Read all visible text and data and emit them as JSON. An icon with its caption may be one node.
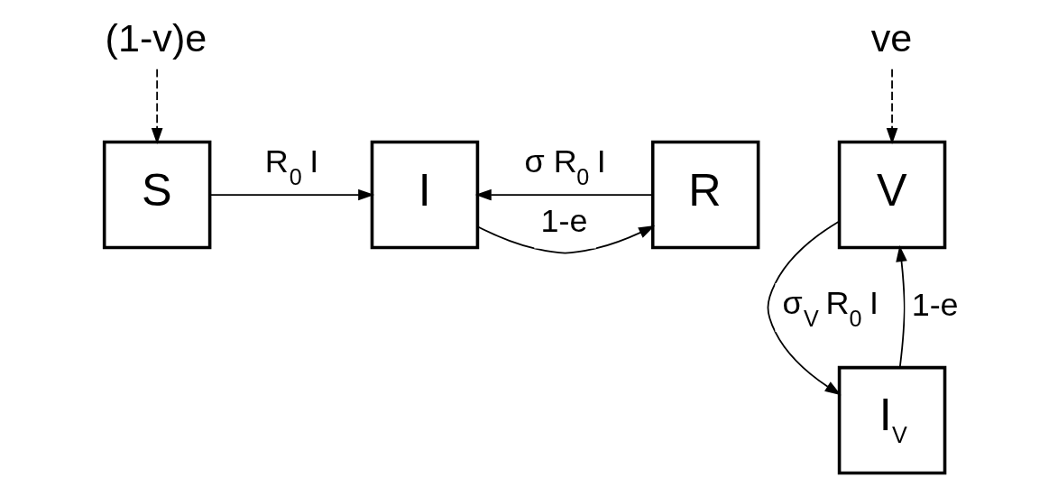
{
  "diagram": {
    "nodes": [
      {
        "text": [
          "(1-v)e"
        ]
      },
      {
        "text": [
          "S"
        ]
      },
      {
        "text": [
          "I"
        ]
      },
      {
        "text": [
          "R"
        ]
      },
      {
        "text": [
          "ve"
        ]
      },
      {
        "text": [
          "V"
        ]
      },
      {
        "text": [
          "I$_{V}$"
        ]
      }
    ],
    "edges": [
      {
        "from": 0,
        "to": 1,
        "arrow": "to",
        "style": "dashed"
      },
      {
        "from": 1,
        "to": 2,
        "arrow": "to",
        "label": "R$_{0}$ I"
      },
      {
        "from": 2,
        "to": 3,
        "arrow": "to",
        "label": "1-e"
      },
      {
        "from": 3,
        "to": 2,
        "arrow": "to",
        "label": "σ R$_{0}$ I"
      },
      {
        "from": 4,
        "to": 5,
        "arrow": "to",
        "style": "dashed"
      },
      {
        "from": 6,
        "to": 5,
        "arrow": "to",
        "label": "1-e"
      },
      {
        "from": 5,
        "to": 6,
        "arrow": "to",
        "label": "σ$_{V}$ R$_{0}$ I"
      }
    ]
  }
}
